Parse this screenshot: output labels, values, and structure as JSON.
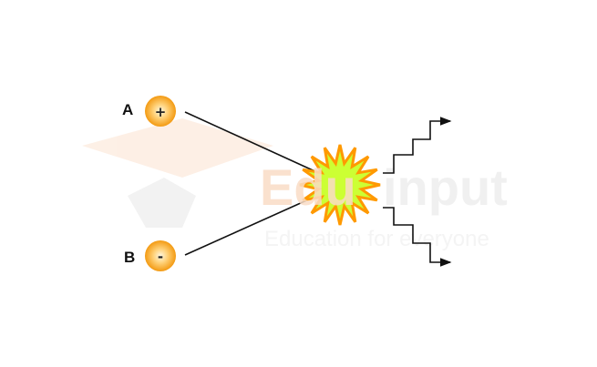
{
  "diagram": {
    "particles": [
      {
        "label": "A",
        "charge_symbol": "+"
      },
      {
        "label": "B",
        "charge_symbol": "-"
      }
    ],
    "colors": {
      "particle_fill": "#f7a21b",
      "collision_fill": "#ccff33",
      "collision_stroke": "#ff9900",
      "line": "#111111"
    }
  },
  "watermark": {
    "brand_left": "Edu",
    "brand_right": "input",
    "tagline": "Education for everyone"
  }
}
